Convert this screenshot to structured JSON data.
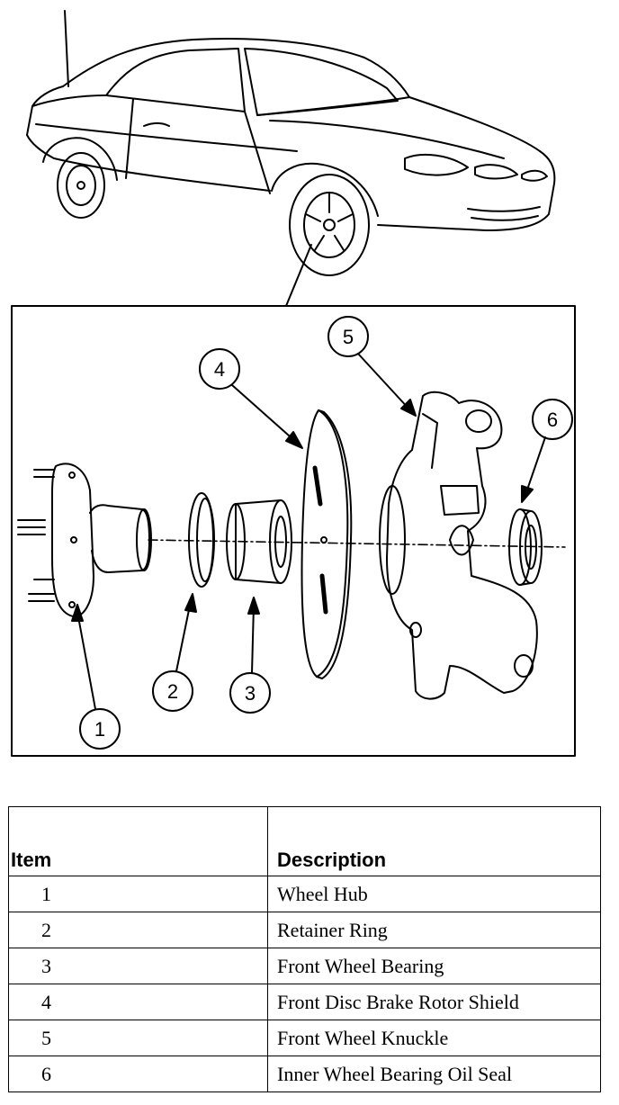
{
  "callouts": [
    "1",
    "2",
    "3",
    "4",
    "5",
    "6"
  ],
  "table": {
    "headers": [
      "Item",
      "Description"
    ],
    "rows": [
      {
        "item": "1",
        "description": "Wheel Hub"
      },
      {
        "item": "2",
        "description": "Retainer Ring"
      },
      {
        "item": "3",
        "description": "Front Wheel Bearing"
      },
      {
        "item": "4",
        "description": "Front Disc Brake Rotor Shield"
      },
      {
        "item": "5",
        "description": "Front Wheel Knuckle"
      },
      {
        "item": "6",
        "description": "Inner Wheel Bearing Oil Seal"
      }
    ]
  }
}
